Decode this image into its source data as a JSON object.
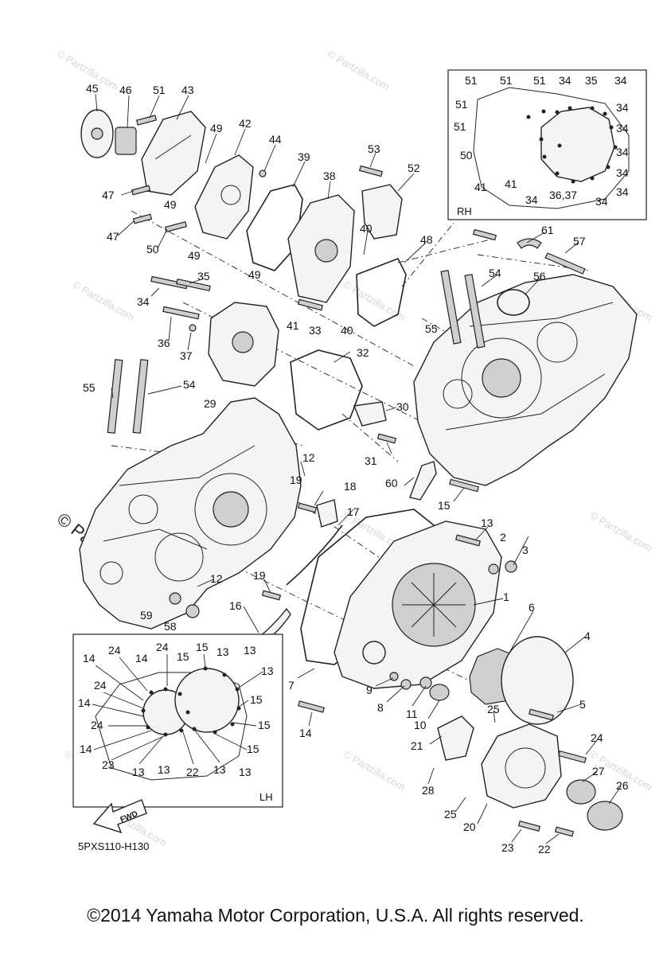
{
  "diagram": {
    "code": "5PXS110-H130",
    "copyright": "©2014 Yamaha Motor Corporation, U.S.A. All rights reserved.",
    "watermark": "© Partzilla.com",
    "fwd_label": "FWD",
    "inset_rh_tag": "RH",
    "inset_lh_tag": "LH",
    "colors": {
      "line": "#222222",
      "background": "#ffffff",
      "watermark": "#d6d6d6"
    },
    "callouts": [
      {
        "text": "45"
      },
      {
        "text": "46"
      },
      {
        "text": "51"
      },
      {
        "text": "43"
      },
      {
        "text": "49"
      },
      {
        "text": "42"
      },
      {
        "text": "44"
      },
      {
        "text": "39"
      },
      {
        "text": "38"
      },
      {
        "text": "53"
      },
      {
        "text": "52"
      },
      {
        "text": "47"
      },
      {
        "text": "49"
      },
      {
        "text": "47"
      },
      {
        "text": "50"
      },
      {
        "text": "49"
      },
      {
        "text": "49"
      },
      {
        "text": "40"
      },
      {
        "text": "48"
      },
      {
        "text": "61"
      },
      {
        "text": "57"
      },
      {
        "text": "35"
      },
      {
        "text": "34"
      },
      {
        "text": "54"
      },
      {
        "text": "56"
      },
      {
        "text": "41"
      },
      {
        "text": "33"
      },
      {
        "text": "40"
      },
      {
        "text": "55"
      },
      {
        "text": "36"
      },
      {
        "text": "37"
      },
      {
        "text": "32"
      },
      {
        "text": "55"
      },
      {
        "text": "54"
      },
      {
        "text": "29"
      },
      {
        "text": "30"
      },
      {
        "text": "31"
      },
      {
        "text": "12"
      },
      {
        "text": "19"
      },
      {
        "text": "18"
      },
      {
        "text": "60"
      },
      {
        "text": "15"
      },
      {
        "text": "17"
      },
      {
        "text": "13"
      },
      {
        "text": "2"
      },
      {
        "text": "3"
      },
      {
        "text": "12"
      },
      {
        "text": "19"
      },
      {
        "text": "1"
      },
      {
        "text": "16"
      },
      {
        "text": "6"
      },
      {
        "text": "59"
      },
      {
        "text": "58"
      },
      {
        "text": "4"
      },
      {
        "text": "7"
      },
      {
        "text": "9"
      },
      {
        "text": "8"
      },
      {
        "text": "11"
      },
      {
        "text": "5"
      },
      {
        "text": "10"
      },
      {
        "text": "25"
      },
      {
        "text": "14"
      },
      {
        "text": "21"
      },
      {
        "text": "24"
      },
      {
        "text": "27"
      },
      {
        "text": "28"
      },
      {
        "text": "26"
      },
      {
        "text": "25"
      },
      {
        "text": "20"
      },
      {
        "text": "23"
      },
      {
        "text": "22"
      }
    ],
    "rh_callouts": [
      {
        "text": "51"
      },
      {
        "text": "51"
      },
      {
        "text": "51"
      },
      {
        "text": "34"
      },
      {
        "text": "35"
      },
      {
        "text": "34"
      },
      {
        "text": "51"
      },
      {
        "text": "34"
      },
      {
        "text": "51"
      },
      {
        "text": "34"
      },
      {
        "text": "50"
      },
      {
        "text": "34"
      },
      {
        "text": "41"
      },
      {
        "text": "41"
      },
      {
        "text": "34"
      },
      {
        "text": "34"
      },
      {
        "text": "36,37"
      },
      {
        "text": "34"
      },
      {
        "text": "34"
      }
    ],
    "lh_callouts": [
      {
        "text": "24"
      },
      {
        "text": "24"
      },
      {
        "text": "15"
      },
      {
        "text": "13"
      },
      {
        "text": "13"
      },
      {
        "text": "14"
      },
      {
        "text": "14"
      },
      {
        "text": "15"
      },
      {
        "text": "13"
      },
      {
        "text": "24"
      },
      {
        "text": "14"
      },
      {
        "text": "15"
      },
      {
        "text": "24"
      },
      {
        "text": "15"
      },
      {
        "text": "14"
      },
      {
        "text": "15"
      },
      {
        "text": "23"
      },
      {
        "text": "13"
      },
      {
        "text": "13"
      },
      {
        "text": "22"
      },
      {
        "text": "13"
      },
      {
        "text": "13"
      }
    ]
  }
}
